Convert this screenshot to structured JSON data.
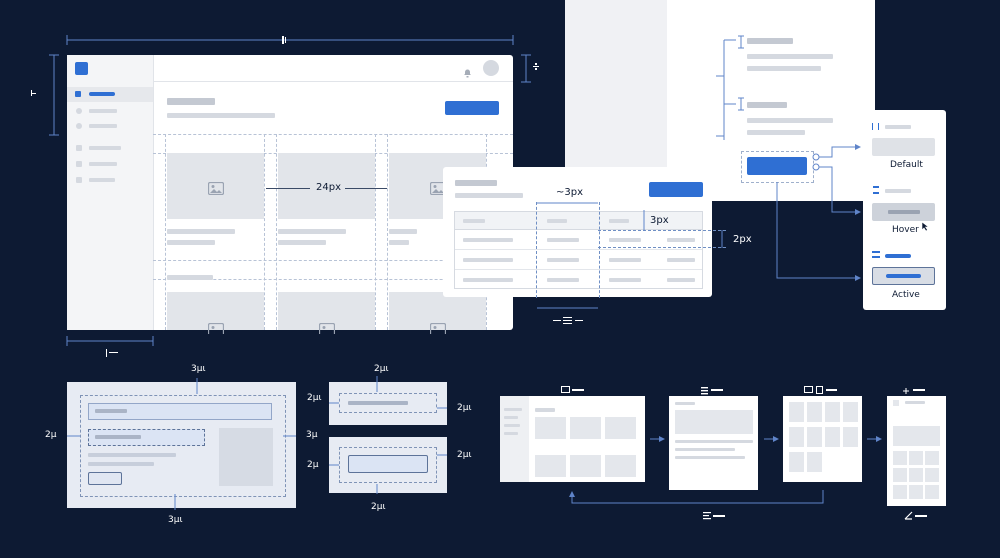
{
  "labels": {
    "gutter": "24px",
    "approx_gap": "~3px",
    "row_gap": "3px",
    "cell_pad": "2px",
    "pad_2": "2μ",
    "pad_3": "3μ",
    "pad_2_alt": "2μι",
    "pad_3_alt": "3μι"
  },
  "states": {
    "default": "Default",
    "hover": "Hover",
    "active": "Active"
  },
  "colors": {
    "background": "#0d1a33",
    "accent": "#2f6fd3",
    "panel": "#f3f4f6",
    "placeholder": "#d5d9e0"
  },
  "icons": [
    "image-icon",
    "bell-icon",
    "avatar-icon",
    "cursor-icon",
    "monitor-icon",
    "tablet-icon",
    "mobile-icon",
    "arrow-right-icon"
  ]
}
